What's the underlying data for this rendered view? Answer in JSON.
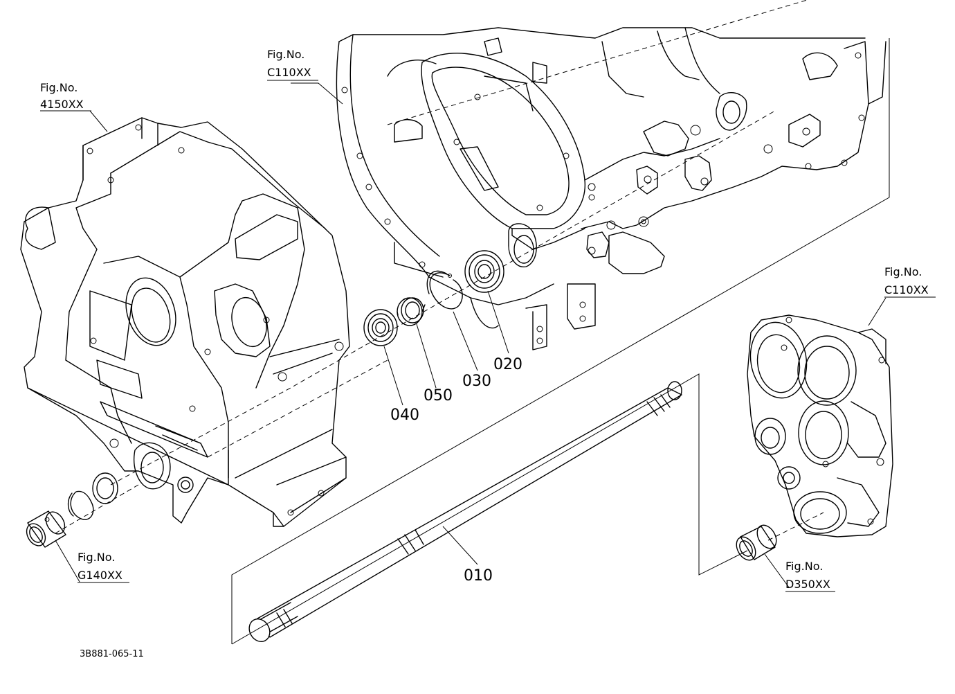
{
  "figure_refs": [
    {
      "id": "ref-4150",
      "line1": "Fig.No.",
      "line2": "4150XX"
    },
    {
      "id": "ref-c110-top",
      "line1": "Fig.No.",
      "line2": "C110XX"
    },
    {
      "id": "ref-c110-right",
      "line1": "Fig.No.",
      "line2": "C110XX"
    },
    {
      "id": "ref-g140",
      "line1": "Fig.No.",
      "line2": "G140XX"
    },
    {
      "id": "ref-d350",
      "line1": "Fig.No.",
      "line2": "D350XX"
    }
  ],
  "part_numbers": [
    "020",
    "030",
    "050",
    "040",
    "010"
  ],
  "drawing_id": "3B881-065-11"
}
